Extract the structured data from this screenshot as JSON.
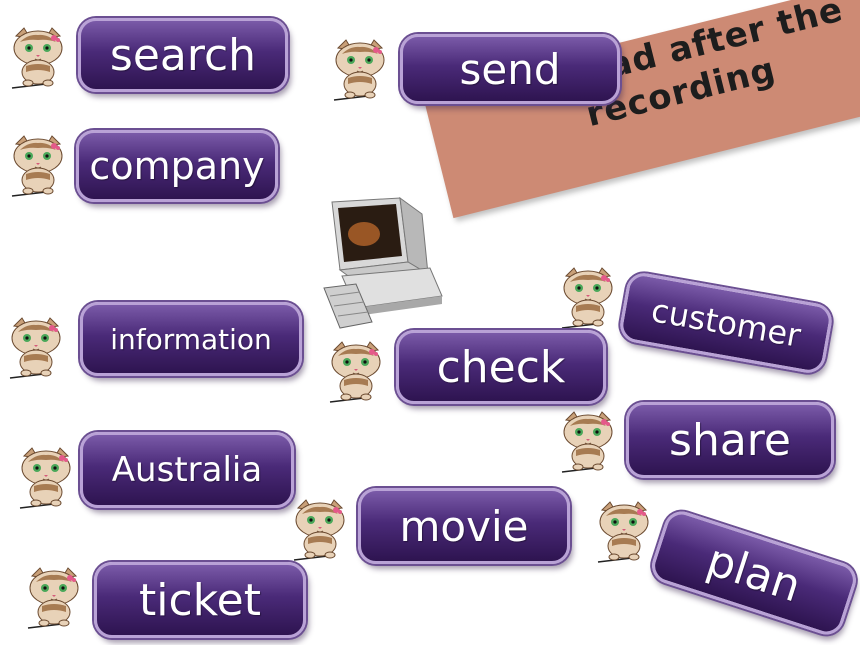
{
  "heading": {
    "text": "一. Read after the recording"
  },
  "colors": {
    "button_top": "#7a5aa8",
    "button_bottom": "#2e1450",
    "button_border": "#b9a2d6",
    "banner": "#cd8a74"
  },
  "icons": {
    "speaker": "speaker-icon",
    "cat": "cat-icon",
    "computer": "computer-icon"
  },
  "words": {
    "search": "search",
    "send": "send",
    "company": "company",
    "information": "information",
    "check": "check",
    "customer": "customer",
    "australia": "Australia",
    "share": "share",
    "movie": "movie",
    "plan": "plan",
    "ticket": "ticket"
  }
}
